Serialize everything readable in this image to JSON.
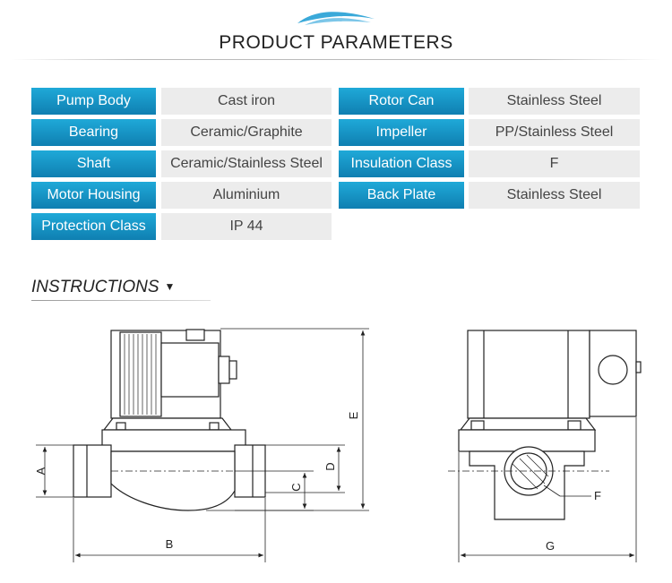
{
  "header": {
    "title": "PRODUCT PARAMETERS",
    "logo_icon": "wave-logo-icon",
    "accent_color": "#1a98cc"
  },
  "parameters": [
    {
      "label": "Pump Body",
      "value": "Cast iron"
    },
    {
      "label": "Bearing",
      "value": "Ceramic/Graphite"
    },
    {
      "label": "Shaft",
      "value": "Ceramic/Stainless Steel"
    },
    {
      "label": "Motor Housing",
      "value": "Aluminium"
    },
    {
      "label": "Protection Class",
      "value": "IP 44"
    },
    {
      "label": "Rotor Can",
      "value": "Stainless Steel"
    },
    {
      "label": "Impeller",
      "value": "PP/Stainless Steel"
    },
    {
      "label": "Insulation Class",
      "value": "F"
    },
    {
      "label": "Back Plate",
      "value": "Stainless Steel"
    }
  ],
  "instructions": {
    "heading": "INSTRUCTIONS",
    "arrow_icon": "triangle-down-icon"
  },
  "dimensions": {
    "a": "A",
    "b": "B",
    "c": "C",
    "d": "D",
    "e": "E",
    "f": "F",
    "g": "G"
  }
}
